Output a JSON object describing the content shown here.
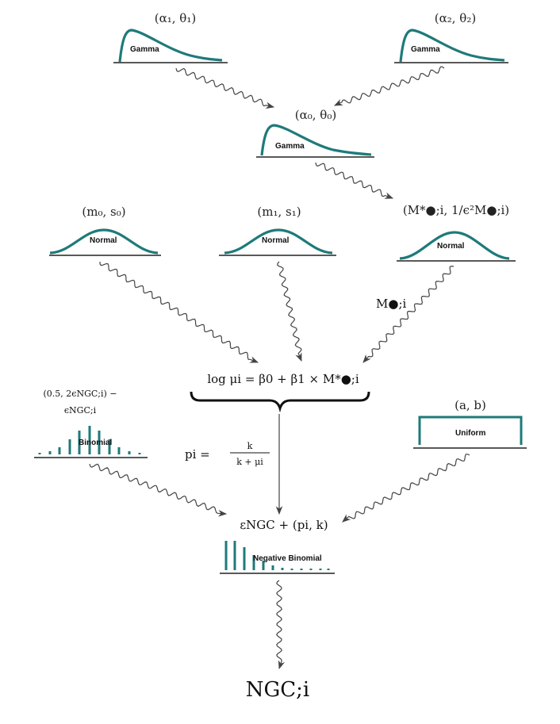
{
  "colors": {
    "accent": "#1f7a7a",
    "arrow": "#444444"
  },
  "nodes": {
    "gamma1": {
      "params": "(α₁, θ₁)",
      "dist": "Gamma"
    },
    "gamma2": {
      "params": "(α₂, θ₂)",
      "dist": "Gamma"
    },
    "gamma0": {
      "params": "(α₀, θ₀)",
      "dist": "Gamma"
    },
    "normal0": {
      "params": "(m₀, s₀)",
      "dist": "Normal"
    },
    "normal1": {
      "params": "(m₁, s₁)",
      "dist": "Normal"
    },
    "normal2": {
      "params": "(M*●;i, 1/ϵ²M●;i)",
      "dist": "Normal"
    },
    "binomial": {
      "params_line1": "(0.5, 2ϵNGC;i) −",
      "params_line2": "ϵNGC;i",
      "dist": "Binomial"
    },
    "uniform": {
      "params": "(a, b)",
      "dist": "Uniform"
    },
    "negbin": {
      "params": "εNGC + (pi, k)",
      "dist": "Negative Binomial"
    }
  },
  "labels": {
    "m_label": "M●;i",
    "log_equation": "log μi = β0 + β1 × M*●;i",
    "p_equation_lhs": "pi =",
    "p_equation_num": "k",
    "p_equation_den": "k + μi",
    "output": "NGC;i"
  }
}
